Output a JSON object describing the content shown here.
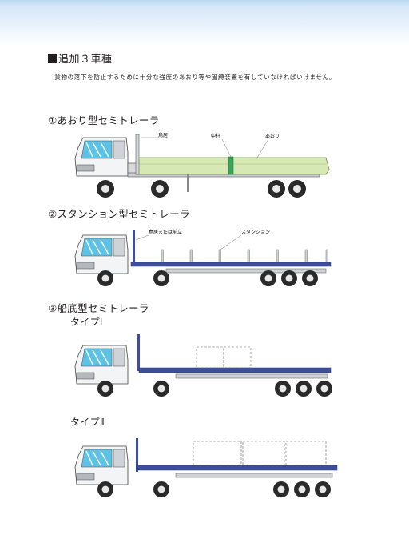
{
  "heading": {
    "title": "追加３車種"
  },
  "intro": {
    "text": "　貨物の落下を防止するために十分な強度のあおり等や固縛装置を有していなければいけません。"
  },
  "sections": [
    {
      "title": "①あおり型セミトレーラ",
      "labels": {
        "torii": "鳥居",
        "nakabashira": "中柱",
        "aori": "あおり"
      }
    },
    {
      "title": "②スタンション型セミトレーラ",
      "labels": {
        "torii_front": "鳥居または前立",
        "stanchion": "スタンション"
      }
    },
    {
      "title": "③船底型セミトレーラ",
      "types": [
        {
          "label": "タイプⅠ"
        },
        {
          "label": "タイプⅡ"
        }
      ]
    }
  ],
  "colors": {
    "trailer_blue": "#3d4f9c",
    "deck_green": "#d6e8b4",
    "pillar_green": "#3aa35c",
    "cab_glass": "#5cc3e6",
    "header_band": "#cfe3f6"
  }
}
